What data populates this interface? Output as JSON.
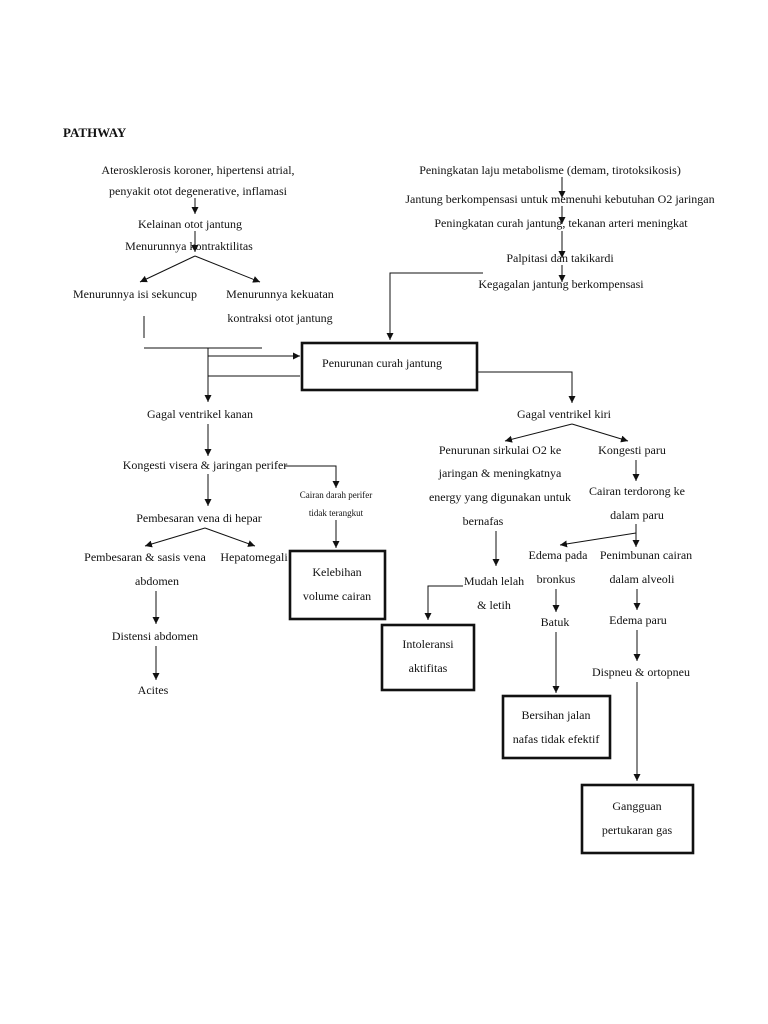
{
  "title": "PATHWAY",
  "left": {
    "cause_1": "Aterosklerosis koroner, hipertensi atrial,",
    "cause_2": "penyakit otot degenerative, inflamasi",
    "kelainan": "Kelainan otot jantung",
    "menurunnya_kontraktilitas": "Menurunnya kontraktilitas",
    "isi_sekuncup": "Menurunnya isi sekuncup",
    "kekuatan_1": "Menurunnya kekuatan",
    "kekuatan_2": "kontraksi otot jantung",
    "gagal_kanan": "Gagal ventrikel kanan",
    "kongesti_visera": "Kongesti visera & jaringan perifer",
    "cairan_perifer_1": "Cairan darah perifer",
    "cairan_perifer_2": "tidak terangkut",
    "pembesaran_hepar": "Pembesaran vena di hepar",
    "sasis_1": "Pembesaran & sasis vena",
    "sasis_2": "abdomen",
    "hepatomegali": "Hepatomegali",
    "distensi": "Distensi abdomen",
    "acites": "Acites"
  },
  "right": {
    "metab": "Peningkatan laju metabolisme (demam, tirotoksikosis)",
    "kompensasi": "Jantung berkompensasi untuk memenuhi kebutuhan O2 jaringan",
    "curah_tekanan": "Peningkatan curah jantung, tekanan arteri meningkat",
    "palpitasi": "Palpitasi dan takikardi",
    "kegagalan": "Kegagalan jantung berkompensasi",
    "gagal_kiri": "Gagal ventrikel kiri",
    "sirkulasi_1": "Penurunan sirkulai O2 ke",
    "sirkulasi_2": "jaringan & meningkatnya",
    "sirkulasi_3": "energy yang digunakan untuk",
    "sirkulasi_4": "bernafas",
    "kongesti_paru": "Kongesti paru",
    "terdorong_1": "Cairan terdorong ke",
    "terdorong_2": "dalam paru",
    "edema_bronkus_1": "Edema pada",
    "edema_bronkus_2": "bronkus",
    "penimbunan_1": "Penimbunan cairan",
    "penimbunan_2": "dalam alveoli",
    "mudah_lelah_1": "Mudah lelah",
    "mudah_lelah_2": "& letih",
    "batuk": "Batuk",
    "edema_paru": "Edema paru",
    "dispneu": "Dispneu & ortopneu"
  },
  "boxes": {
    "penurunan_curah": "Penurunan curah jantung",
    "kelebihan_1": "Kelebihan",
    "kelebihan_2": "volume cairan",
    "intoleransi_1": "Intoleransi",
    "intoleransi_2": "aktifitas",
    "bersihan_1": "Bersihan jalan",
    "bersihan_2": "nafas tidak efektif",
    "gangguan_1": "Gangguan",
    "gangguan_2": "pertukaran gas"
  }
}
